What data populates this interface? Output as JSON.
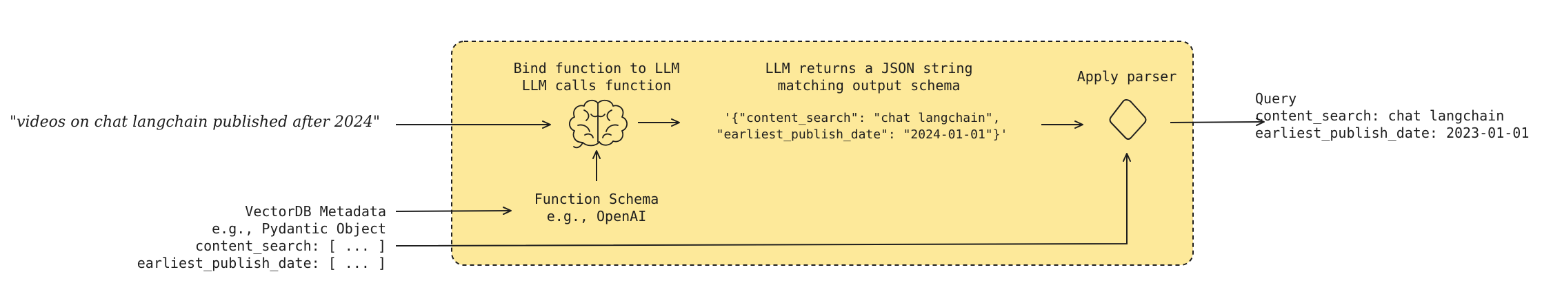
{
  "input_query": "\"videos on chat langchain published after 2024\"",
  "metadata": {
    "line1": "VectorDB Metadata",
    "line2": "e.g., Pydantic Object",
    "line3": "content_search: [ ... ]",
    "line4": "earliest_publish_date: [ ... ]"
  },
  "bind_step": {
    "line1": "Bind function to LLM",
    "line2": "LLM calls function"
  },
  "schema_step": {
    "line1": "Function Schema",
    "line2": "e.g., OpenAI"
  },
  "llm_returns": {
    "line1": "LLM returns a JSON string",
    "line2": "matching output schema"
  },
  "json_string": {
    "line1": "'{\"content_search\": \"chat langchain\",",
    "line2": "\"earliest_publish_date\": \"2024-01-01\"}'"
  },
  "parser_step": {
    "label": "Apply parser"
  },
  "output_query": {
    "line1": "Query",
    "line2": "content_search: chat langchain",
    "line3": "earliest_publish_date: 2023-01-01"
  },
  "colors": {
    "panel_fill": "#fde99a",
    "stroke": "#1e1e1e",
    "background": "#ffffff"
  },
  "icons": [
    "brain-icon",
    "diamond-parser-icon"
  ]
}
